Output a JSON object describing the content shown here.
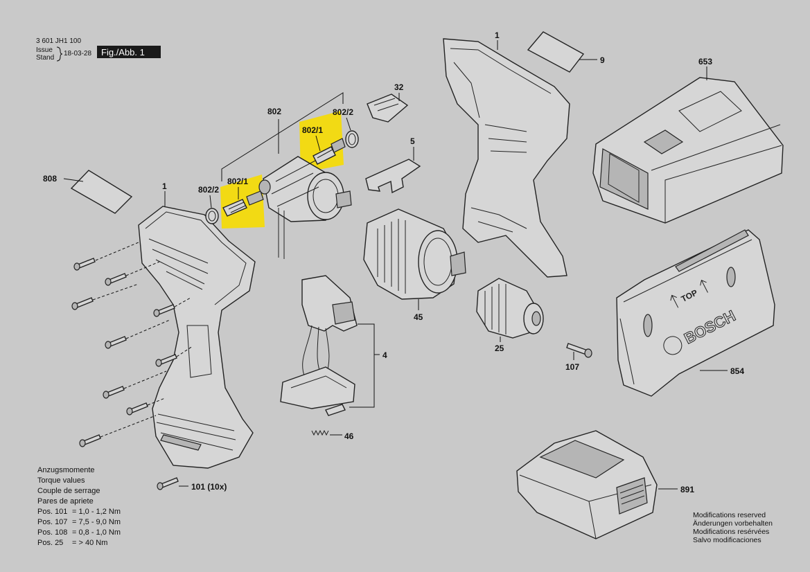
{
  "header": {
    "doc_number": "3 601 JH1 100",
    "issue_label_1": "Issue",
    "issue_label_2": "Stand",
    "date": "18-03-28",
    "figure_label": "Fig./Abb. 1"
  },
  "part_labels": {
    "p1_left": "1",
    "p1_right": "1",
    "p4": "4",
    "p5": "5",
    "p9": "9",
    "p25": "25",
    "p32": "32",
    "p45": "45",
    "p46": "46",
    "p101": "101 (10x)",
    "p107": "107",
    "p653": "653",
    "p802": "802",
    "p802_1_left": "802/1",
    "p802_1_right": "802/1",
    "p802_2_left": "802/2",
    "p802_2_right": "802/2",
    "p808": "808",
    "p854": "854",
    "p891": "891"
  },
  "part_text": {
    "bosch_logo": "BOSCH",
    "top_arrow": "TOP"
  },
  "torque": {
    "title_1": "Anzugsmomente",
    "title_2": "Torque values",
    "title_3": "Couple de serrage",
    "title_4": "Pares de apriete",
    "rows": [
      {
        "pos": "Pos. 101",
        "value": "= 1,0 - 1,2 Nm"
      },
      {
        "pos": "Pos. 107",
        "value": "= 7,5 - 9,0 Nm"
      },
      {
        "pos": "Pos. 108",
        "value": "= 0,8 - 1,0 Nm"
      },
      {
        "pos": "Pos. 25",
        "value": "= > 40 Nm"
      }
    ]
  },
  "modifications": {
    "line_1": "Modifications reserved",
    "line_2": "Änderungen vorbehalten",
    "line_3": "Modifications resérvées",
    "line_4": "Salvo modificaciones"
  },
  "colors": {
    "background": "#c9c9c9",
    "highlight": "#f2da14",
    "figure_box": "#1a1a1a"
  }
}
